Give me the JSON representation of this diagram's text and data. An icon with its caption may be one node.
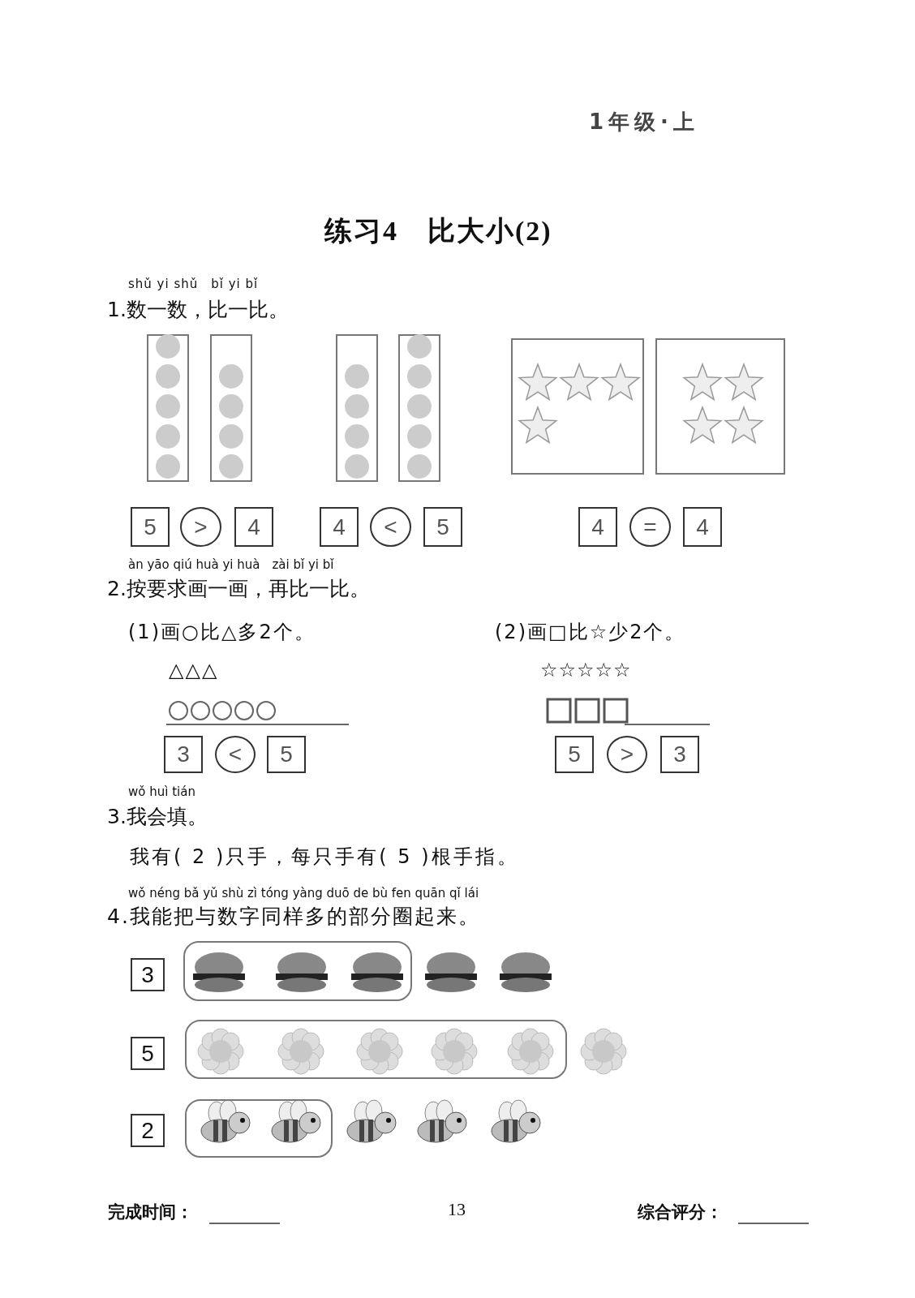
{
  "diagram": {
    "title": "练习4　比大小(2)",
    "nodes": [
      {
        "text": [
          "5"
        ]
      },
      {
        "text": [
          ">"
        ]
      },
      {
        "text": [
          "4"
        ]
      },
      {
        "text": [
          "4"
        ]
      },
      {
        "text": [
          "<"
        ]
      },
      {
        "text": [
          "5"
        ]
      },
      {
        "text": [
          "4"
        ]
      },
      {
        "text": [
          "="
        ]
      },
      {
        "text": [
          "4"
        ]
      },
      {
        "text": [
          "3"
        ]
      },
      {
        "text": [
          "<"
        ]
      },
      {
        "text": [
          "5"
        ]
      },
      {
        "text": [
          "5"
        ]
      },
      {
        "text": [
          ">"
        ]
      },
      {
        "text": [
          "3"
        ]
      },
      {
        "text": [
          "3"
        ]
      },
      {
        "text": [
          "5"
        ]
      },
      {
        "text": [
          "2"
        ]
      }
    ],
    "labels": [
      "1年级·上",
      "shǔ yi shǔ　bǐ yi bǐ",
      "1.数一数，比一比。",
      "àn yāo qiú huà yi huà　zài bǐ yi bǐ",
      "2.按要求画一画，再比一比。",
      "(1)画○比△多2个。",
      "(2)画□比☆少2个。",
      "△△△",
      "☆☆☆☆☆",
      "wǒ huì tián",
      "3.我会填。",
      "我有( 2 )只手，每只手有( 5 )根手指。",
      "wǒ néng bǎ yǔ shù zì tóng yàng duō de bù fen quān qǐ lái",
      "4.我能把与数字同样多的部分圈起来。",
      "完成时间：",
      "13",
      "综合评分："
    ]
  }
}
